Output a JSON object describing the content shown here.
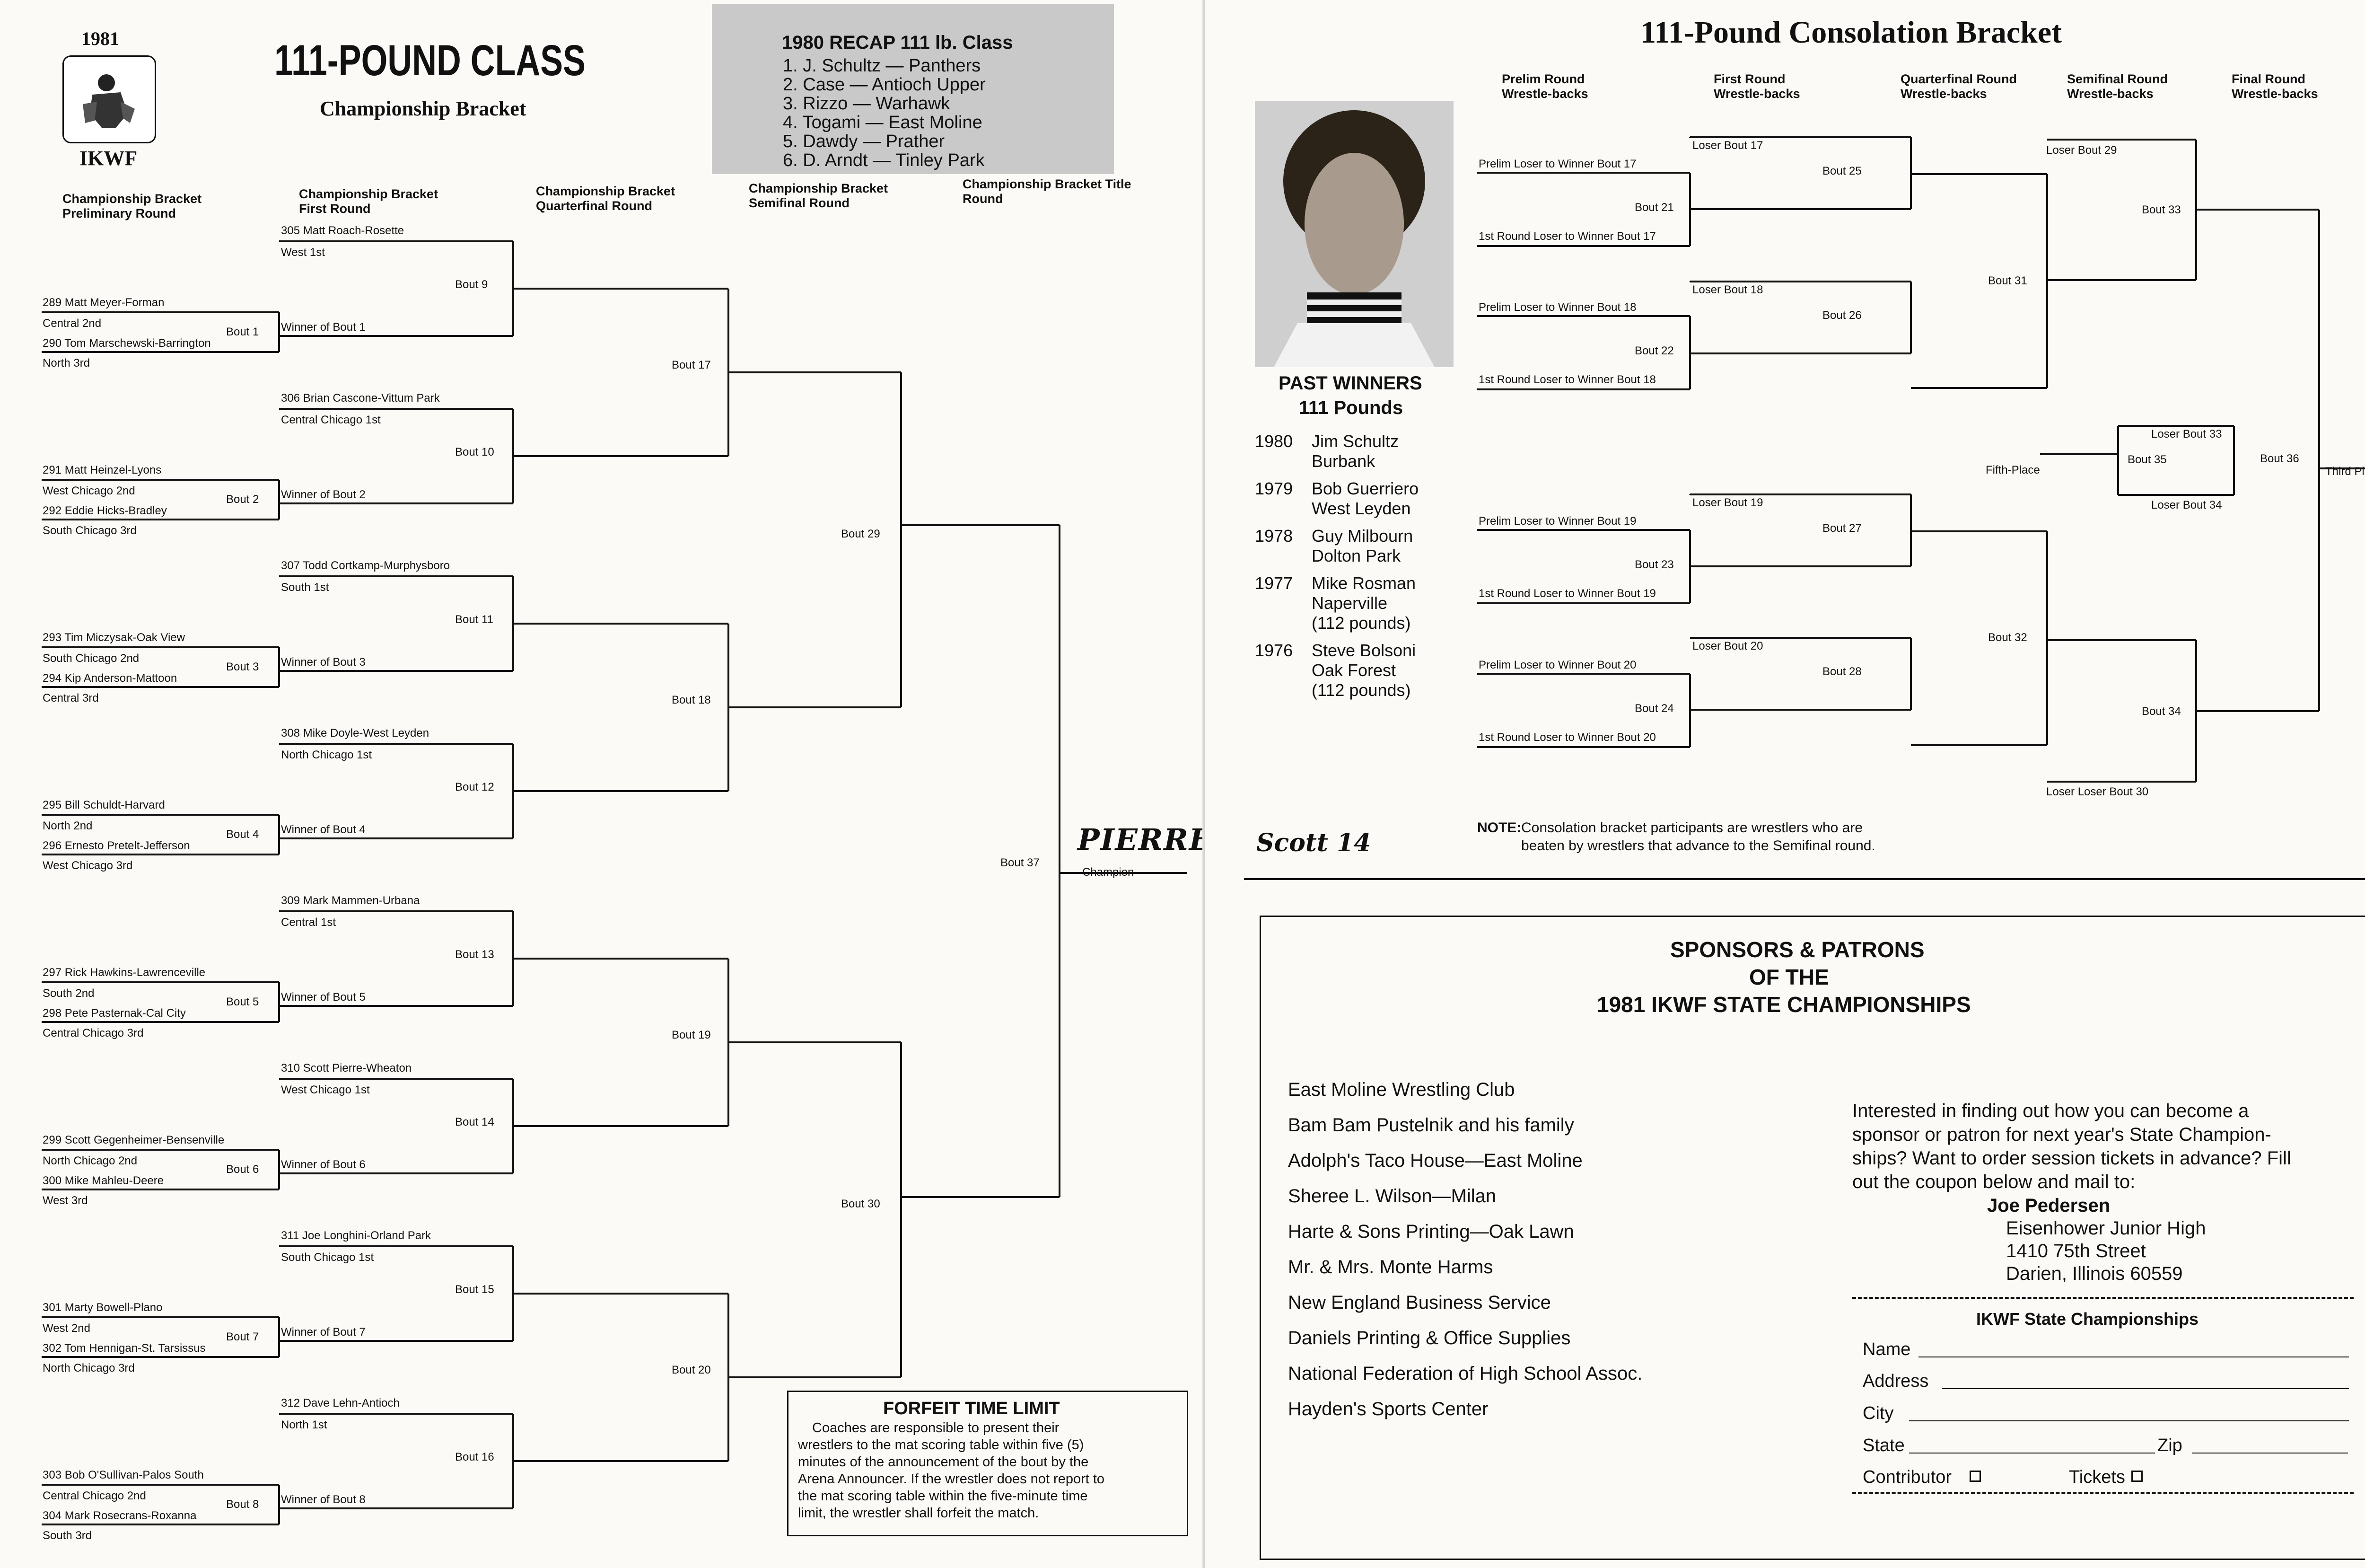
{
  "left": {
    "year": "1981",
    "org": "IKWF",
    "class_title": "111-POUND CLASS",
    "bracket_subtitle": "Championship Bracket",
    "col_headers": [
      "Championship Bracket Preliminary Round",
      "Championship Bracket First Round",
      "Championship Bracket Quarterfinal Round",
      "Championship Bracket Semifinal Round",
      "Championship Bracket Title Round"
    ],
    "recap": {
      "title": "1980 RECAP  111 lb. Class",
      "items": [
        "1.  J. Schultz — Panthers",
        "2.  Case — Antioch Upper",
        "3.  Rizzo — Warhawk",
        "4.  Togami — East Moline",
        "5.  Dawdy — Prather",
        "6.  D. Arndt — Tinley Park"
      ]
    },
    "prelim": [
      {
        "top": "289 Matt Meyer-Forman",
        "top_sub": "Central 2nd",
        "bot": "290 Tom Marschewski-Barrington",
        "bot_sub": "North 3rd",
        "bout": "Bout 1"
      },
      {
        "top": "291 Matt Heinzel-Lyons",
        "top_sub": "West Chicago 2nd",
        "bot": "292 Eddie Hicks-Bradley",
        "bot_sub": "South Chicago 3rd",
        "bout": "Bout 2"
      },
      {
        "top": "293 Tim Miczysak-Oak View",
        "top_sub": "South Chicago 2nd",
        "bot": "294 Kip Anderson-Mattoon",
        "bot_sub": "Central 3rd",
        "bout": "Bout 3"
      },
      {
        "top": "295 Bill Schuldt-Harvard",
        "top_sub": "North 2nd",
        "bot": "296 Ernesto Pretelt-Jefferson",
        "bot_sub": "West Chicago 3rd",
        "bout": "Bout 4"
      },
      {
        "top": "297 Rick Hawkins-Lawrenceville",
        "top_sub": "South 2nd",
        "bot": "298 Pete Pasternak-Cal City",
        "bot_sub": "Central Chicago 3rd",
        "bout": "Bout 5"
      },
      {
        "top": "299 Scott Gegenheimer-Bensenville",
        "top_sub": "North Chicago 2nd",
        "bot": "300 Mike Mahleu-Deere",
        "bot_sub": "West 3rd",
        "bout": "Bout 6"
      },
      {
        "top": "301 Marty Bowell-Plano",
        "top_sub": "West 2nd",
        "bot": "302 Tom Hennigan-St. Tarsissus",
        "bot_sub": "North Chicago 3rd",
        "bout": "Bout 7"
      },
      {
        "top": "303 Bob O'Sullivan-Palos South",
        "top_sub": "Central Chicago 2nd",
        "bot": "304 Mark Rosecrans-Roxanna",
        "bot_sub": "South 3rd",
        "bout": "Bout 8"
      }
    ],
    "first": [
      {
        "top": "305 Matt Roach-Rosette",
        "top_sub": "West 1st",
        "bot": "Winner of Bout 1",
        "bout": "Bout  9"
      },
      {
        "top": "306 Brian Cascone-Vittum Park",
        "top_sub": "Central Chicago 1st",
        "bot": "Winner of Bout 2",
        "bout": "Bout 10"
      },
      {
        "top": "307 Todd Cortkamp-Murphysboro",
        "top_sub": "South 1st",
        "bot": "Winner of Bout 3",
        "bout": "Bout 11"
      },
      {
        "top": "308 Mike Doyle-West Leyden",
        "top_sub": "North Chicago 1st",
        "bot": "Winner of Bout 4",
        "bout": "Bout 12"
      },
      {
        "top": "309 Mark Mammen-Urbana",
        "top_sub": "Central 1st",
        "bot": "Winner of Bout 5",
        "bout": "Bout 13"
      },
      {
        "top": "310 Scott Pierre-Wheaton",
        "top_sub": "West Chicago 1st",
        "bot": "Winner of Bout 6",
        "bout": "Bout 14"
      },
      {
        "top": "311 Joe Longhini-Orland Park",
        "top_sub": "South Chicago 1st",
        "bot": "Winner of Bout 7",
        "bout": "Bout 15"
      },
      {
        "top": "312 Dave Lehn-Antioch",
        "top_sub": "North 1st",
        "bot": "Winner of Bout 8",
        "bout": "Bout 16"
      }
    ],
    "quarter_bouts": [
      "Bout 17",
      "Bout 18",
      "Bout 19",
      "Bout 20"
    ],
    "semi_bouts": [
      "Bout 29",
      "Bout 30"
    ],
    "title_bout": "Bout 37",
    "champion_label": "Champion",
    "champion_handwritten": "PIERRE",
    "forfeit": {
      "title": "FORFEIT TIME LIMIT",
      "lines": [
        "Coaches are responsible to present their",
        "wrestlers to the mat scoring table within five (5)",
        "minutes of the announcement of the bout by the",
        "Arena Announcer. If the wrestler does not report to",
        "the mat scoring table within the five-minute time",
        "limit, the wrestler shall forfeit the match."
      ]
    }
  },
  "right": {
    "title": "111-Pound Consolation Bracket",
    "col_headers": [
      "Prelim Round Wrestle-backs",
      "First Round Wrestle-backs",
      "Quarterfinal Round Wrestle-backs",
      "Semifinal Round Wrestle-backs",
      "Final Round Wrestle-backs"
    ],
    "prelim": [
      {
        "a": "Prelim Loser to Winner Bout 17",
        "b": "1st Round Loser to Winner Bout 17",
        "bout": "Bout 21",
        "feed": "Loser Bout 17",
        "bout2": "Bout 25"
      },
      {
        "a": "Prelim Loser to Winner Bout 18",
        "b": "1st Round Loser to Winner Bout 18",
        "bout": "Bout 22",
        "feed": "Loser Bout 18",
        "bout2": "Bout 26"
      },
      {
        "a": "Prelim Loser to Winner Bout 19",
        "b": "1st Round Loser to Winner Bout 19",
        "bout": "Bout 23",
        "feed": "Loser Bout 19",
        "bout2": "Bout 27"
      },
      {
        "a": "Prelim Loser to Winner Bout 20",
        "b": "1st Round Loser to Winner Bout 20",
        "bout": "Bout 24",
        "feed": "Loser Bout 20",
        "bout2": "Bout 28"
      }
    ],
    "qf_bouts": [
      "Bout 31",
      "Bout 32"
    ],
    "semi": {
      "top_feed": "Loser Bout 29",
      "top_bout": "Bout 33",
      "bot_feed": "Loser Loser Bout 30",
      "bot_bout": "Bout 34"
    },
    "fifth": {
      "top": "Loser Bout 33",
      "bot": "Loser Bout 34",
      "bout": "Bout 35",
      "label": "Fifth-Place"
    },
    "final_bout": "Bout 36",
    "third_place": "Third Place",
    "note_label": "NOTE:",
    "note_lines": [
      "Consolation bracket participants are wrestlers who are",
      "beaten by wrestlers that advance to the Semifinal round."
    ],
    "handwritten": "Scott 14",
    "past_winners": {
      "title": [
        "PAST WINNERS",
        "111 Pounds"
      ],
      "rows": [
        {
          "year": "1980",
          "lines": [
            "Jim Schultz",
            "Burbank"
          ]
        },
        {
          "year": "1979",
          "lines": [
            "Bob Guerriero",
            "West Leyden"
          ]
        },
        {
          "year": "1978",
          "lines": [
            "Guy Milbourn",
            "Dolton Park"
          ]
        },
        {
          "year": "1977",
          "lines": [
            "Mike Rosman",
            "Naperville",
            "(112 pounds)"
          ]
        },
        {
          "year": "1976",
          "lines": [
            "Steve Bolsoni",
            "Oak Forest",
            "(112 pounds)"
          ]
        }
      ]
    },
    "sponsors": {
      "title": [
        "SPONSORS & PATRONS",
        "OF THE",
        "1981 IKWF STATE CHAMPIONSHIPS"
      ],
      "list": [
        "East Moline Wrestling Club",
        "Bam Bam Pustelnik and his family",
        "Adolph's Taco House—East Moline",
        "Sheree L.  Wilson—Milan",
        "Harte & Sons Printing—Oak Lawn",
        "Mr. & Mrs. Monte Harms",
        "New England Business Service",
        "Daniels Printing & Office Supplies",
        "National Federation of High School Assoc.",
        "Hayden's Sports Center"
      ],
      "info": [
        "Interested in finding out how you can become a",
        "sponsor or patron for next year's State Champion-",
        "ships? Want to order session tickets in advance? Fill",
        "out the coupon below and mail to:"
      ],
      "address": [
        "Joe Pedersen",
        "Eisenhower Junior High",
        "1410 75th Street",
        "Darien, Illinois 60559"
      ],
      "coupon_title": "IKWF State Championships",
      "fields": [
        "Name",
        "Address",
        "City",
        "State",
        "Zip"
      ],
      "checks": [
        "Contributor",
        "Tickets"
      ]
    }
  }
}
